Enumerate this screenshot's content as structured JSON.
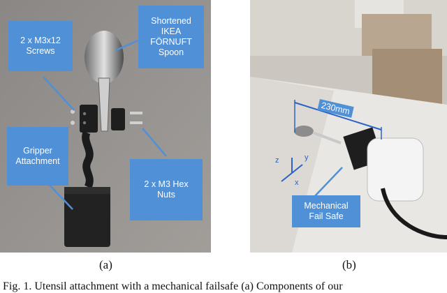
{
  "figure": {
    "panel_a": {
      "callouts": {
        "screws": "2 x M3x12\nScrews",
        "spoon": "Shortened\nIKEA\nFÖRNUFT\nSpoon",
        "gripper": "Gripper\nAttachment",
        "nuts": "2 x M3 Hex\nNuts"
      },
      "label": "(a)"
    },
    "panel_b": {
      "dimension": "230mm",
      "axes": {
        "z": "z",
        "y": "y",
        "x": "x"
      },
      "callouts": {
        "failsafe": "Mechanical\nFail Safe"
      },
      "label": "(b)"
    },
    "caption": "Fig. 1. Utensil attachment with a mechanical failsafe (a) Components of our"
  },
  "colors": {
    "callout": "#4f90d6",
    "axis": "#2b63c4"
  }
}
